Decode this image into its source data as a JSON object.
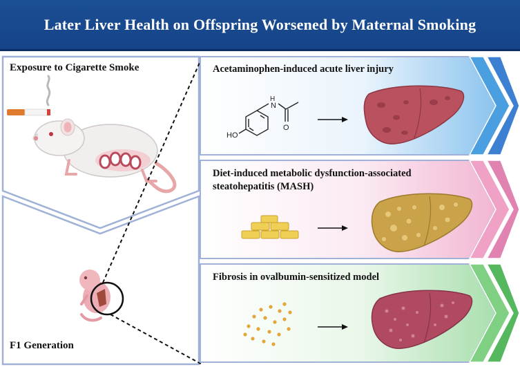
{
  "title": "Later Liver Health on Offspring Worsened by Maternal Smoking",
  "left_panel": {
    "exposure_label": "Exposure to Cigarette Smoke",
    "generation_label": "F1 Generation"
  },
  "models": [
    {
      "title": "Acetaminophen-induced acute liver injury",
      "title_line2": "",
      "color": "#2f8fd8",
      "molecule_atoms": {
        "h": "H",
        "n": "N",
        "o_carbonyl": "O",
        "ho": "HO"
      }
    },
    {
      "title": "Diet-induced metabolic dysfunction-associated",
      "title_line2": "steatohepatitis (MASH)",
      "color": "#e88ab8"
    },
    {
      "title": "Fibrosis in ovalbumin-sensitized model",
      "title_line2": "",
      "color": "#5cc46a"
    }
  ],
  "colors": {
    "banner": "#1c4f94",
    "panel_border": "#9fb1d6",
    "liver_injury": "#b9525e",
    "liver_fatty": "#c9a24a",
    "liver_fibrosis": "#b04a60"
  }
}
